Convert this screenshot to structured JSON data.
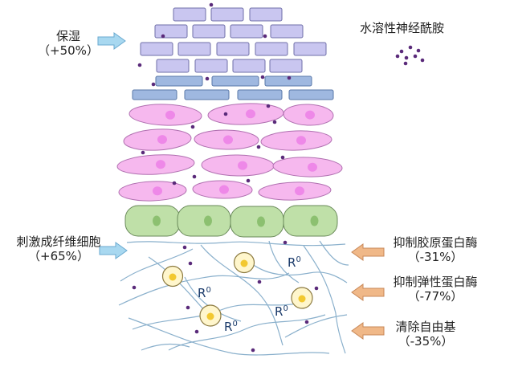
{
  "labels": {
    "moisturize": {
      "title": "保湿",
      "value": "（+50%）"
    },
    "ceramide": {
      "title": "水溶性神经酰胺"
    },
    "fibroblast": {
      "title": "刺激成纤维细胞",
      "value": "（+65%）"
    },
    "collagenase": {
      "title": "抑制胶原蛋白酶",
      "value": "（-31%）"
    },
    "elastase": {
      "title": "抑制弹性蛋白酶",
      "value": "（-77%）"
    },
    "radicals": {
      "title": "清除自由基",
      "value": "（-35%）"
    }
  },
  "radical_symbol": {
    "base": "R",
    "sup": "0"
  },
  "colors": {
    "stratum_cell": "#c9c6f0",
    "stratum_stroke": "#6f6fa8",
    "blue_cell": "#9fb8e0",
    "blue_stroke": "#5a78a8",
    "pink_cell": "#f6b8ee",
    "pink_stroke": "#b070b0",
    "pink_nucleus": "#ee88e8",
    "green_cell": "#bfe0a8",
    "green_stroke": "#6a8a5a",
    "green_nucleus": "#8cc070",
    "fiber": "#8ab0cc",
    "dot": "#5a2a7a",
    "fibro_outer": "#fff6cc",
    "fibro_stroke": "#8c7a40",
    "fibro_core": "#f2c830",
    "arrow_blue": "#a8d8f0",
    "arrow_orange": "#f0b888"
  }
}
